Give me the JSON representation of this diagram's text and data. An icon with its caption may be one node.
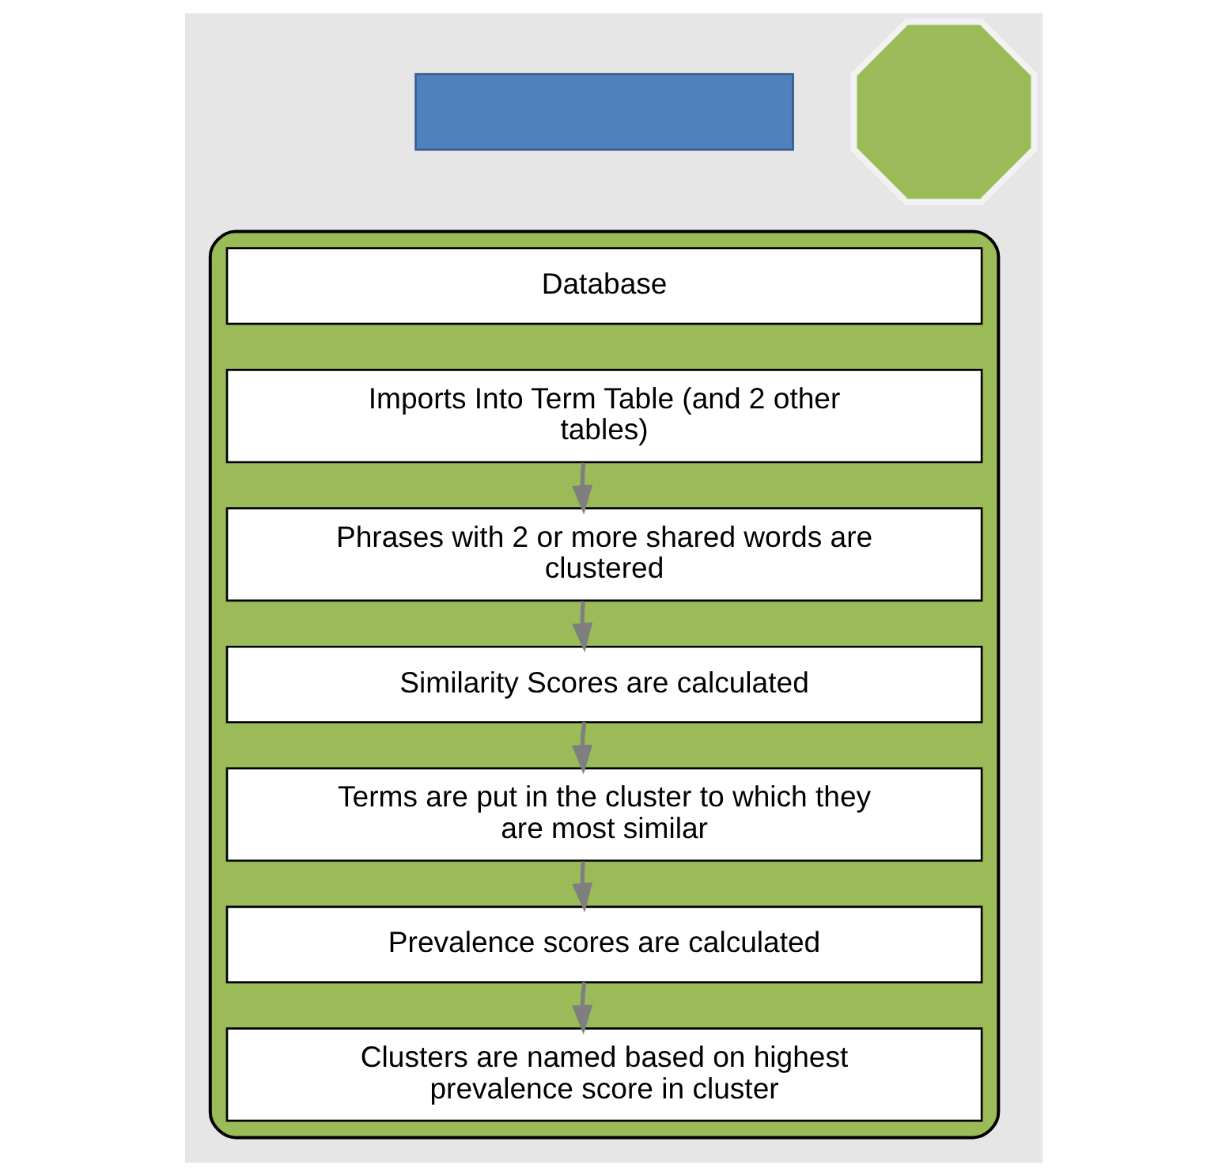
{
  "diagram": {
    "nodes": [
      {
        "text": [],
        "shape": "box"
      },
      {
        "text": [],
        "shape": "cylinder"
      },
      {
        "text": [
          "Database"
        ],
        "in": 1
      },
      {
        "text": [
          "Imports Into Term Table (and 2 other tables)"
        ],
        "in": 1
      },
      {
        "text": [
          "Phrases with 2 or more shared words are clustered"
        ],
        "in": 1
      },
      {
        "text": [
          "Similarity Scores are calculated"
        ],
        "in": 1
      },
      {
        "text": [
          "Terms are put in the cluster to which they are most similar"
        ],
        "in": 1
      },
      {
        "text": [
          "Prevalence scores are calculated"
        ],
        "in": 1
      },
      {
        "text": [
          "Clusters are named based on highest prevalence score in cluster"
        ],
        "in": 1
      },
      {
        "text": [],
        "shape": "octagon"
      }
    ],
    "edges": [
      {
        "from": 3,
        "to": 4,
        "arrow": "to"
      },
      {
        "from": 4,
        "to": 5,
        "arrow": "to"
      },
      {
        "from": 5,
        "to": 6,
        "arrow": "to"
      },
      {
        "from": 6,
        "to": 7,
        "arrow": "to"
      },
      {
        "from": 7,
        "to": 8,
        "arrow": "to"
      }
    ]
  }
}
